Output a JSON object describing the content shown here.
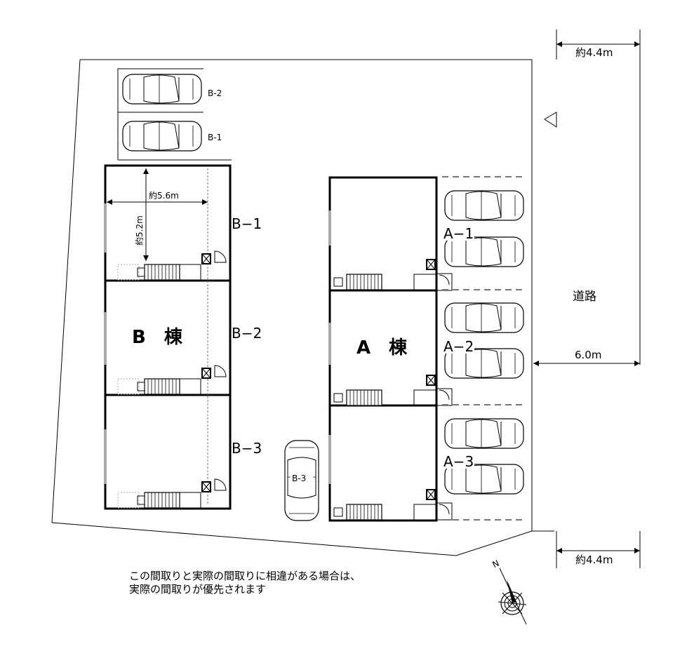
{
  "building_a": {
    "name": "A　棟",
    "units": [
      "A−1",
      "A−2",
      "A−3"
    ]
  },
  "building_b": {
    "name": "B　棟",
    "units": [
      "B−1",
      "B−2",
      "B−3"
    ]
  },
  "parking_b": [
    "B-2",
    "B-1",
    "B-3"
  ],
  "dims": {
    "top_setback": "約4.4m",
    "bottom_setback": "約4.4m",
    "road_width": "6.0m",
    "room_width": "約5.6m",
    "room_depth": "約5.2m"
  },
  "road_label": "道路",
  "north": "N",
  "note_lines": [
    "この間取りと実際の間取りに相違がある場合は、",
    "実際の間取りが優先されます"
  ]
}
